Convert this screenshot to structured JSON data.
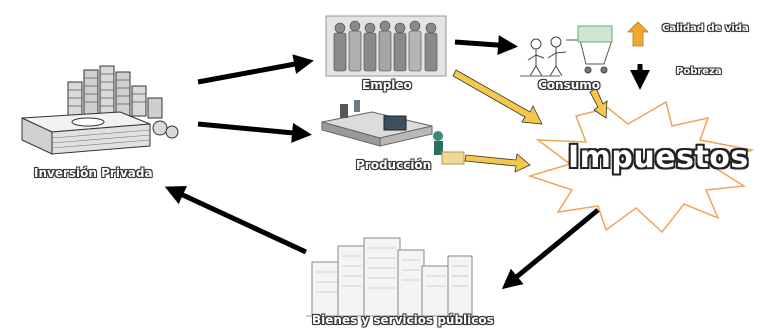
{
  "nodes": {
    "inversion_privada": "Inversión Privada",
    "empleo": "Empleo",
    "produccion": "Producción",
    "consumo": "Consumo",
    "calidad_de_vida": "Calidad de vida",
    "pobreza": "Pobreza",
    "impuestos": "Impuestos",
    "bienes_servicios": "Bienes y servicios públicos"
  },
  "colors": {
    "arrow_black": "#000000",
    "arrow_yellow": "#f5c84c",
    "arrow_up_orange": "#f0a830",
    "star_stroke": "#f2a35a"
  }
}
